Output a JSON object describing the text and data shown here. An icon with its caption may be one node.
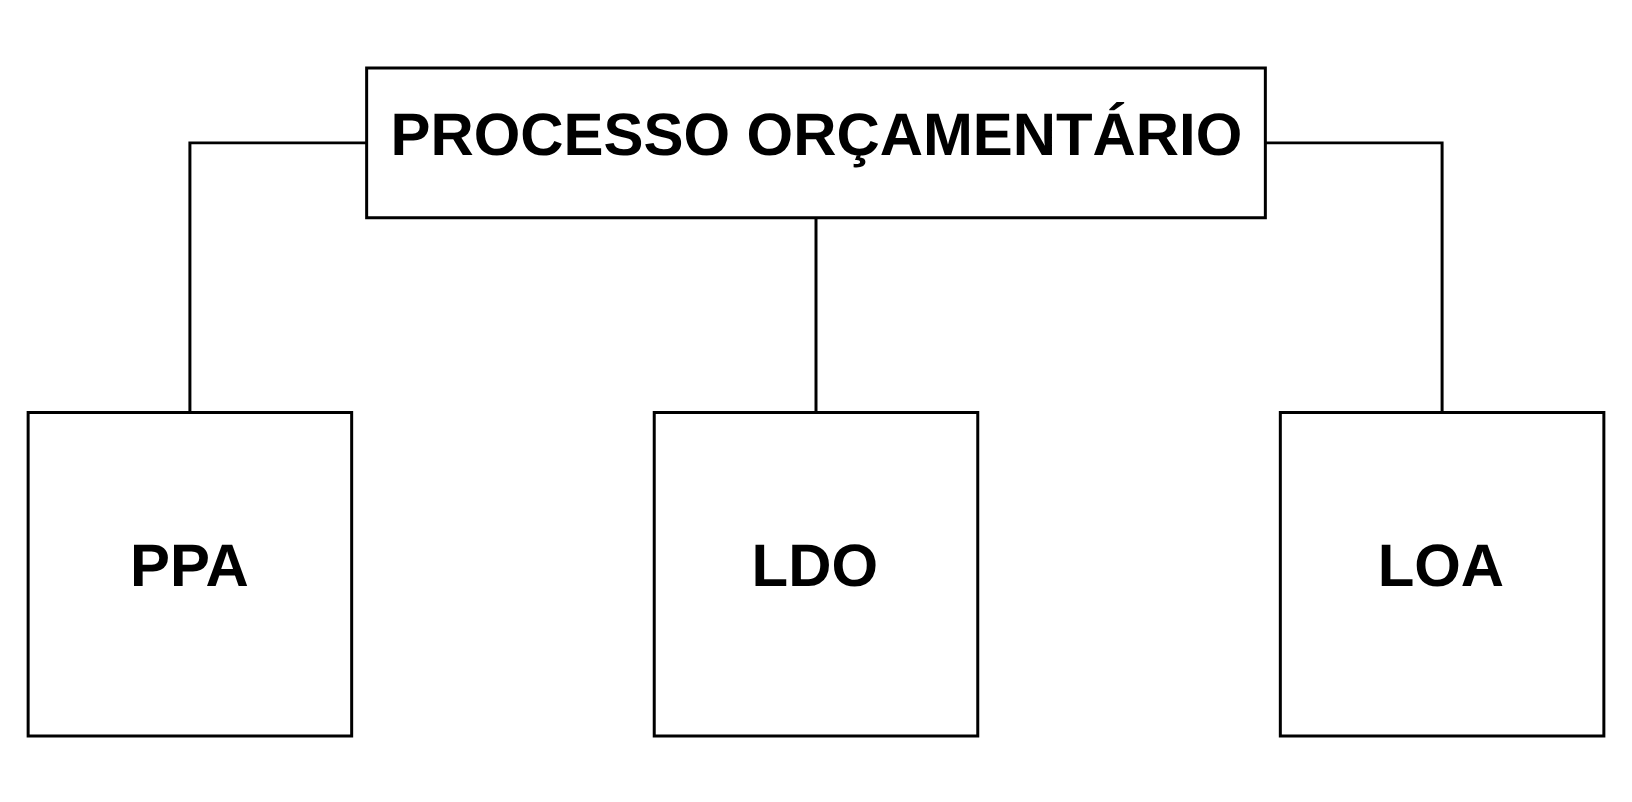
{
  "diagram": {
    "nodes": [
      {
        "text": [
          "PROCESSO ORÇAMENTÁRIO"
        ]
      },
      {
        "text": [
          "PPA"
        ]
      },
      {
        "text": [
          "LDO"
        ]
      },
      {
        "text": [
          "LOA"
        ]
      }
    ],
    "edges": [
      {
        "from": 0,
        "to": 1,
        "arrow": "none"
      },
      {
        "from": 0,
        "to": 2,
        "arrow": "none"
      },
      {
        "from": 0,
        "to": 3,
        "arrow": "none"
      }
    ]
  }
}
